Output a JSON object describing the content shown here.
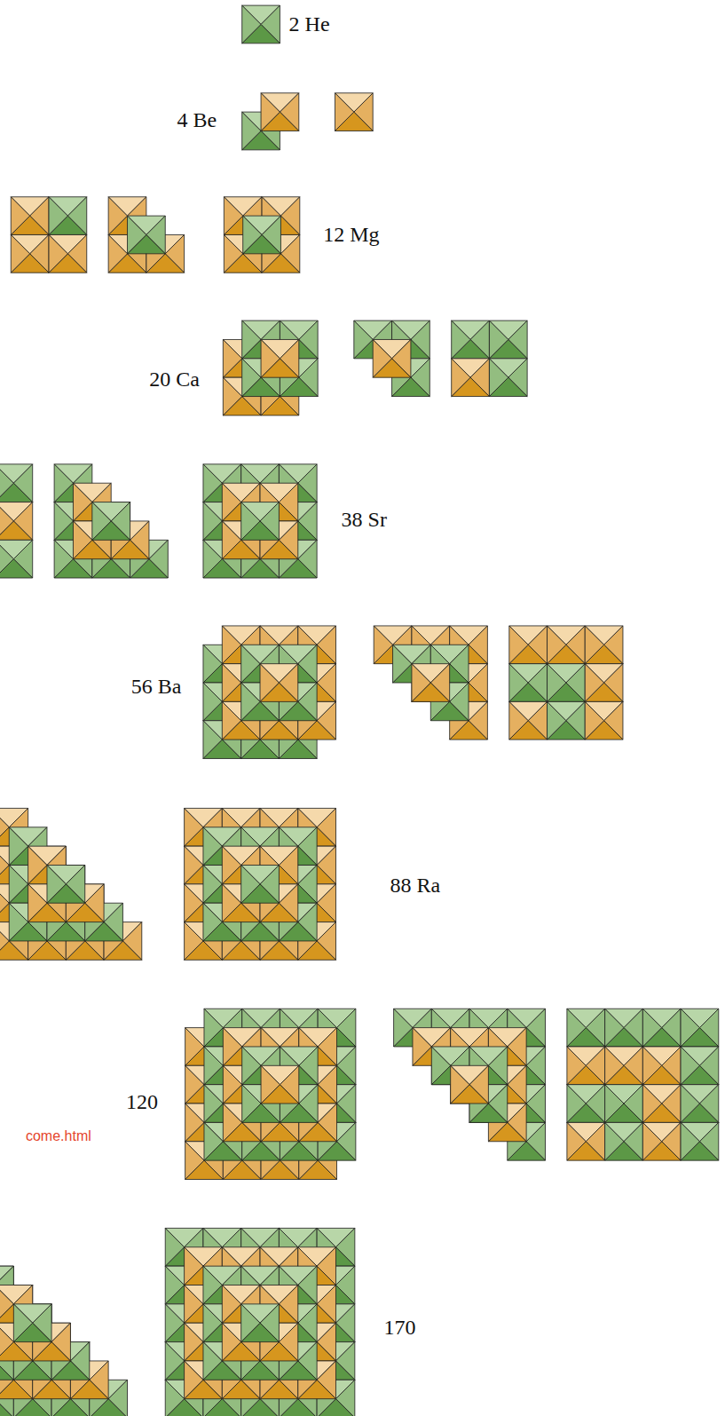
{
  "diagram": {
    "labels": [
      "2 He",
      "4 Be",
      "12 Mg",
      "20 Ca",
      "38 Sr",
      "56 Ba",
      "88 Ra",
      "120",
      "come.html",
      "170"
    ]
  }
}
